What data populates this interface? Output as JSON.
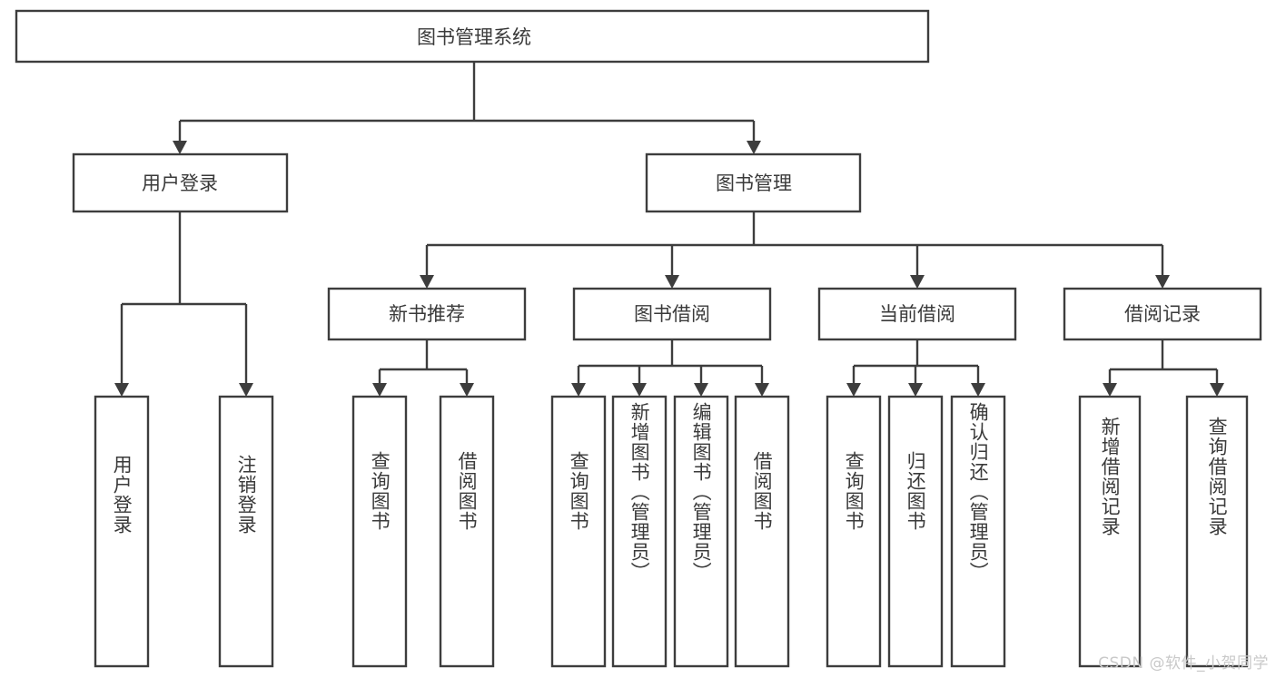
{
  "diagram": {
    "title": "图书管理系统",
    "type": "hierarchy-tree",
    "orientation": "top-down",
    "colors": {
      "box_fill": "#ffffff",
      "box_stroke": "#3d3d3d",
      "connector": "#3d3d3d",
      "text": "#3a3a3a",
      "background": "#ffffff",
      "watermark": "#c9c9c9"
    }
  },
  "root": {
    "label": "图书管理系统"
  },
  "level2": [
    {
      "label": "用户登录"
    },
    {
      "label": "图书管理"
    }
  ],
  "level3": [
    {
      "label": "新书推荐"
    },
    {
      "label": "图书借阅"
    },
    {
      "label": "当前借阅"
    },
    {
      "label": "借阅记录"
    }
  ],
  "leaves": {
    "user_login": [
      {
        "label": "用户登录"
      },
      {
        "label": "注销登录"
      }
    ],
    "new_book_recommend": [
      {
        "label": "查询图书"
      },
      {
        "label": "借阅图书"
      }
    ],
    "book_borrow": [
      {
        "label": "查询图书"
      },
      {
        "label": "新增图书（管理员）"
      },
      {
        "label": "编辑图书（管理员）"
      },
      {
        "label": "借阅图书"
      }
    ],
    "current_borrow": [
      {
        "label": "查询图书"
      },
      {
        "label": "归还图书"
      },
      {
        "label": "确认归还（管理员）"
      }
    ],
    "borrow_record": [
      {
        "label": "新增借阅记录"
      },
      {
        "label": "查询借阅记录"
      }
    ]
  },
  "watermark": {
    "text": "CSDN @软件_小贺同学"
  }
}
